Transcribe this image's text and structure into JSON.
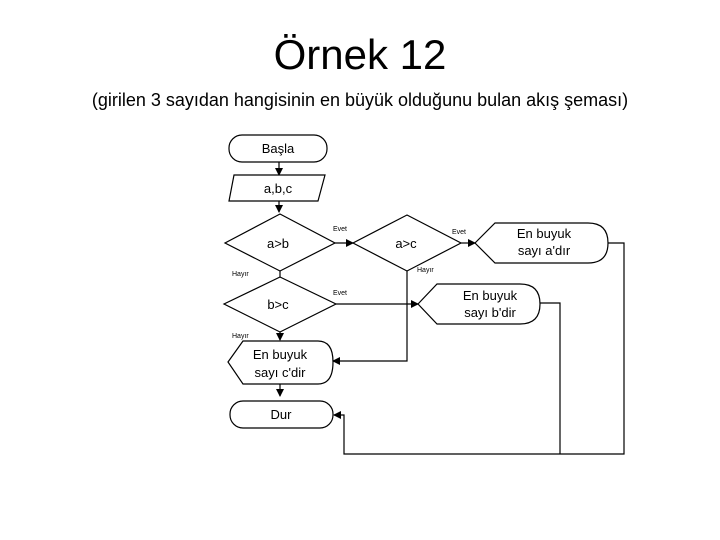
{
  "slide": {
    "title": "Örnek 12",
    "subtitle": "(girilen 3 sayıdan hangisinin en büyük olduğunu bulan akış şeması)"
  },
  "flowchart": {
    "start": "Başla",
    "input": "a,b,c",
    "decision_ab": "a>b",
    "decision_ac": "a>c",
    "decision_bc": "b>c",
    "output_a": [
      "En buyuk",
      "sayı a'dır"
    ],
    "output_b": [
      "En buyuk",
      "sayı b'dir"
    ],
    "output_c": [
      "En buyuk",
      "sayı c'dir"
    ],
    "end": "Dur",
    "edge_labels": {
      "yes_ab": "Evet",
      "no_ab": "Hayır",
      "yes_ac": "Evet",
      "no_ac": "Hayır",
      "yes_bc": "Evet",
      "no_bc": "Hayır"
    }
  }
}
